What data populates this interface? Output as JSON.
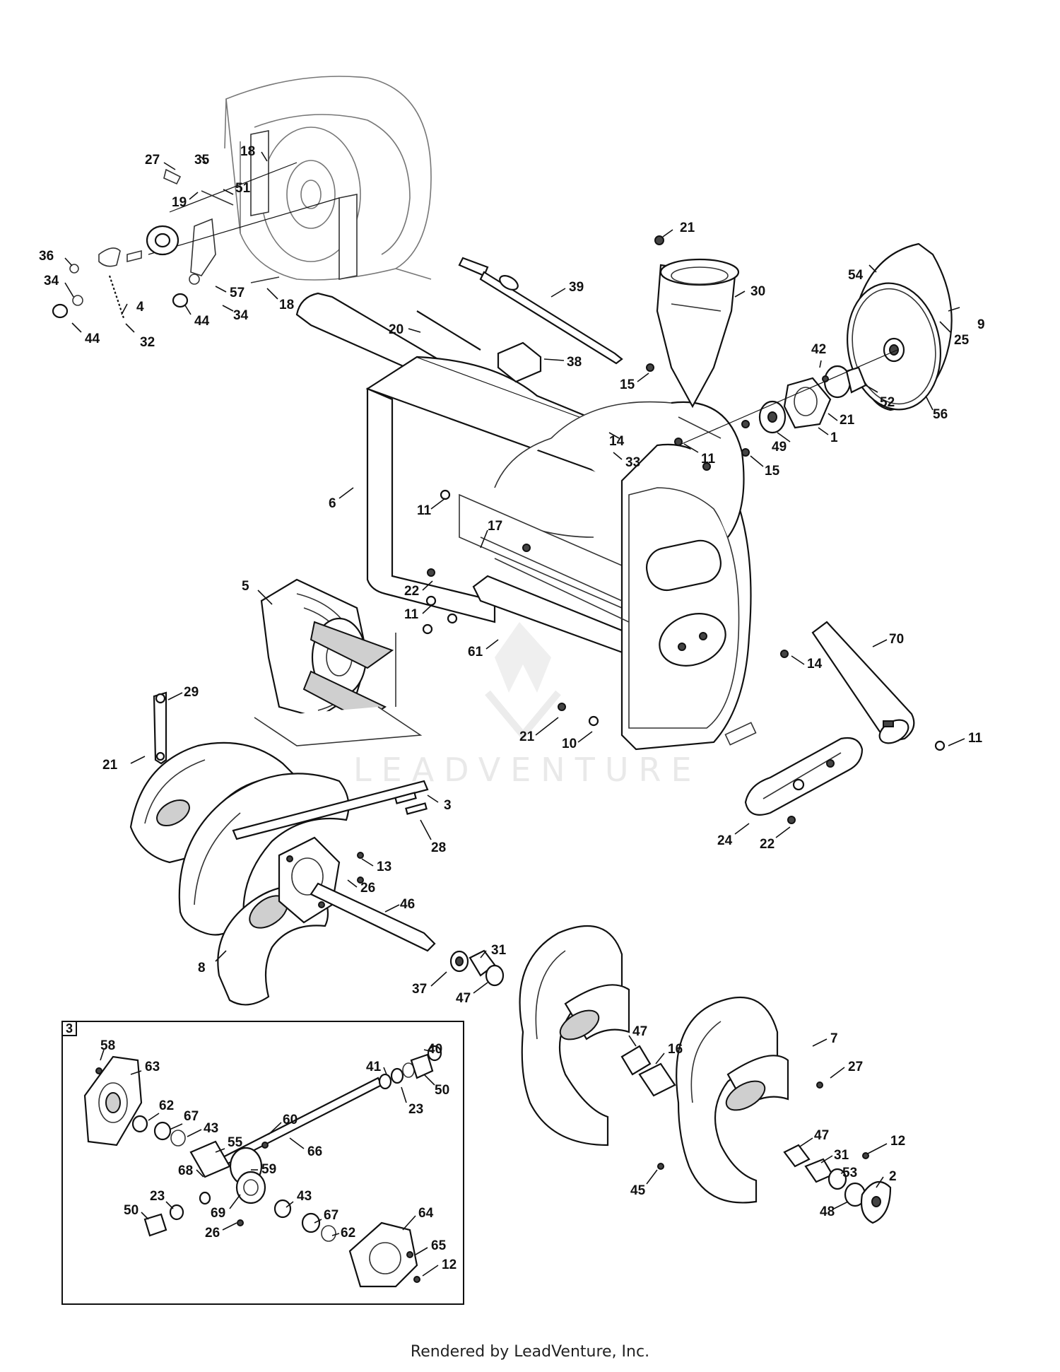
{
  "watermark": "LEADVENTURE",
  "footer": "Rendered by LeadVenture, Inc.",
  "inset_label": "3",
  "callouts": [
    "27",
    "35",
    "18",
    "19",
    "51",
    "36",
    "34",
    "4",
    "44",
    "32",
    "57",
    "34",
    "44",
    "18",
    "21",
    "54",
    "39",
    "30",
    "9",
    "25",
    "20",
    "38",
    "15",
    "42",
    "52",
    "56",
    "21",
    "1",
    "49",
    "14",
    "33",
    "11",
    "15",
    "6",
    "11",
    "17",
    "22",
    "11",
    "5",
    "61",
    "14",
    "70",
    "21",
    "10",
    "11",
    "29",
    "21",
    "3",
    "24",
    "22",
    "28",
    "13",
    "26",
    "46",
    "8",
    "31",
    "37",
    "47",
    "47",
    "16",
    "7",
    "27",
    "58",
    "63",
    "40",
    "41",
    "50",
    "23",
    "62",
    "67",
    "43",
    "60",
    "55",
    "66",
    "59",
    "68",
    "23",
    "43",
    "50",
    "69",
    "26",
    "67",
    "62",
    "64",
    "65",
    "12",
    "47",
    "31",
    "12",
    "53",
    "2",
    "45",
    "48"
  ]
}
